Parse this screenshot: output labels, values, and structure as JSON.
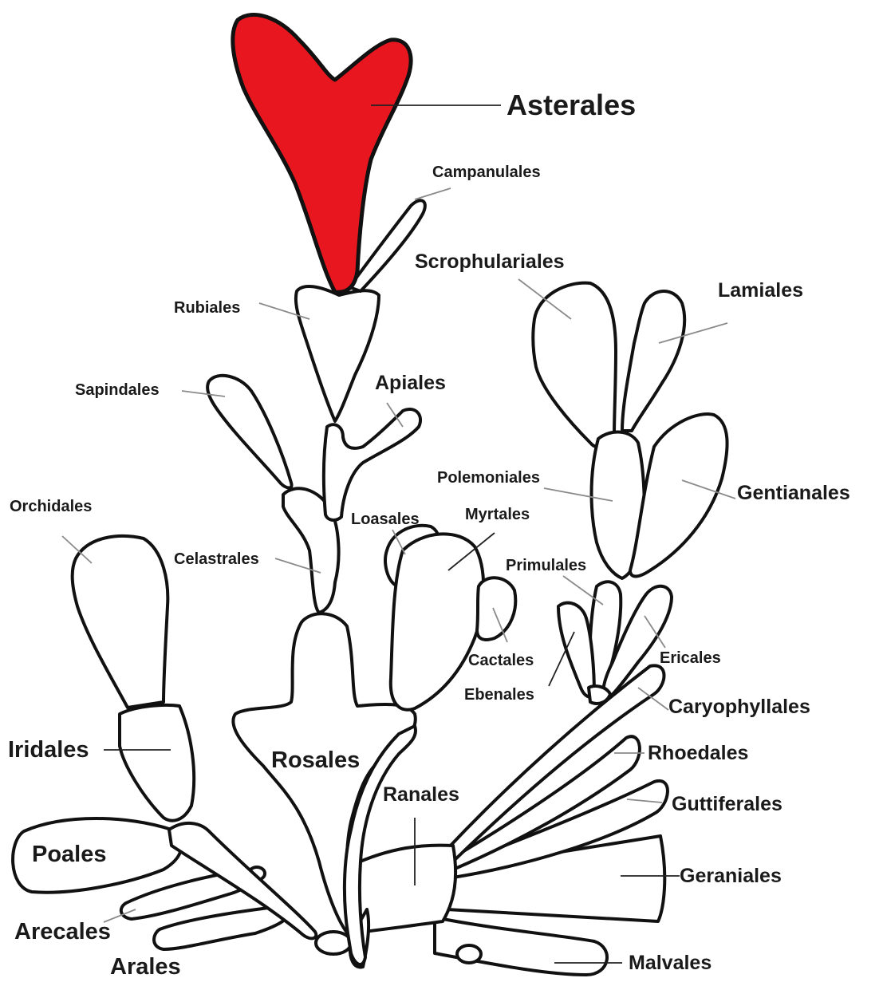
{
  "labels": {
    "asterales": "Asterales",
    "campanulales": "Campanulales",
    "scrophulariales": "Scrophulariales",
    "lamiales": "Lamiales",
    "rubiales": "Rubiales",
    "apiales": "Apiales",
    "sapindales": "Sapindales",
    "polemoniales": "Polemoniales",
    "gentianales": "Gentianales",
    "orchidales": "Orchidales",
    "loasales": "Loasales",
    "myrtales": "Myrtales",
    "celastrales": "Celastrales",
    "primulales": "Primulales",
    "cactales": "Cactales",
    "ericales": "Ericales",
    "ebenales": "Ebenales",
    "caryophyllales": "Caryophyllales",
    "iridales": "Iridales",
    "rosales": "Rosales",
    "rhoedales": "Rhoedales",
    "ranales": "Ranales",
    "guttiferales": "Guttiferales",
    "poales": "Poales",
    "geraniales": "Geraniales",
    "arecales": "Arecales",
    "arales": "Arales",
    "malvales": "Malvales"
  },
  "colors": {
    "highlight": "#e8171f",
    "outline": "#111111",
    "background": "#ffffff"
  }
}
